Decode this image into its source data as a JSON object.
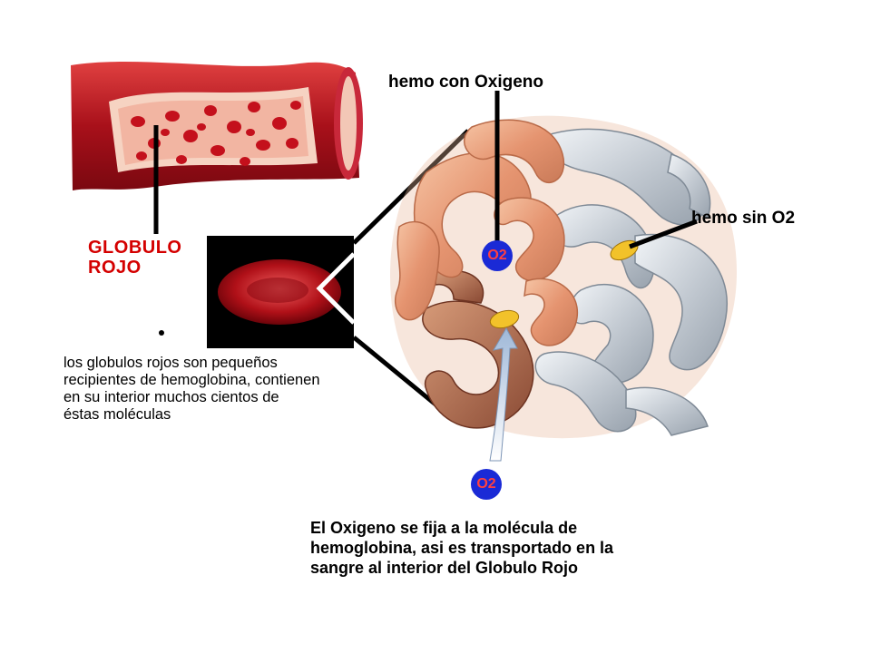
{
  "labels": {
    "hemo_con_oxigeno": "hemo con Oxigeno",
    "hemo_sin_o2": "hemo sin O2",
    "globulo_rojo_line1": "GLOBULO",
    "globulo_rojo_line2": "ROJO",
    "o2_bound": "O2",
    "o2_free": "O2"
  },
  "description": [
    "los globulos rojos son pequeños",
    "recipientes de hemoglobina, contienen",
    "en su interior muchos cientos de",
    "éstas moléculas"
  ],
  "caption": [
    "El Oxigeno se fija a la molécula de",
    "hemoglobina, asi es transportado en la",
    "sangre al interior del Globulo Rojo"
  ],
  "colors": {
    "label_red": "#d40000",
    "oxygen_blue": "#1a2ad6",
    "vessel_red": "#b3141b",
    "protein_orange": "#e8a27a",
    "protein_grey": "#c7ced6"
  }
}
